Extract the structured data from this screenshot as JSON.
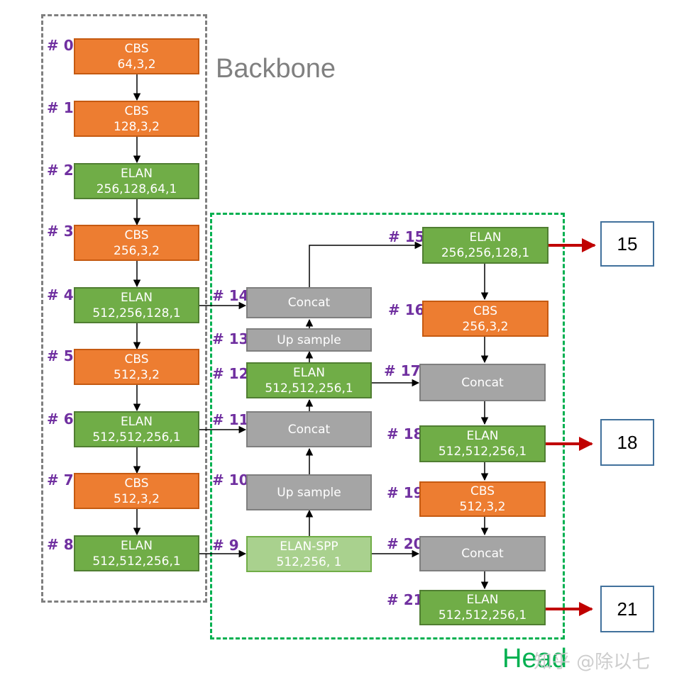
{
  "regions": {
    "backbone_label": "Backbone",
    "head_label": "Head"
  },
  "nodes": {
    "n0": {
      "index": "# 0",
      "title": "CBS",
      "params": "64,3,2"
    },
    "n1": {
      "index": "# 1",
      "title": "CBS",
      "params": "128,3,2"
    },
    "n2": {
      "index": "# 2",
      "title": "ELAN",
      "params": "256,128,64,1"
    },
    "n3": {
      "index": "# 3",
      "title": "CBS",
      "params": "256,3,2"
    },
    "n4": {
      "index": "# 4",
      "title": "ELAN",
      "params": "512,256,128,1"
    },
    "n5": {
      "index": "# 5",
      "title": "CBS",
      "params": "512,3,2"
    },
    "n6": {
      "index": "# 6",
      "title": "ELAN",
      "params": "512,512,256,1"
    },
    "n7": {
      "index": "# 7",
      "title": "CBS",
      "params": "512,3,2"
    },
    "n8": {
      "index": "# 8",
      "title": "ELAN",
      "params": "512,512,256,1"
    },
    "n9": {
      "index": "# 9",
      "title": "ELAN-SPP",
      "params": "512,256, 1"
    },
    "n10": {
      "index": "# 10",
      "title": "Up sample"
    },
    "n11": {
      "index": "# 11",
      "title": "Concat"
    },
    "n12": {
      "index": "# 12",
      "title": "ELAN",
      "params": "512,512,256,1"
    },
    "n13": {
      "index": "# 13",
      "title": "Up sample"
    },
    "n14": {
      "index": "# 14",
      "title": "Concat"
    },
    "n15": {
      "index": "# 15",
      "title": "ELAN",
      "params": "256,256,128,1"
    },
    "n16": {
      "index": "# 16",
      "title": "CBS",
      "params": "256,3,2"
    },
    "n17": {
      "index": "# 17",
      "title": "Concat"
    },
    "n18": {
      "index": "# 18",
      "title": "ELAN",
      "params": "512,512,256,1"
    },
    "n19": {
      "index": "# 19",
      "title": "CBS",
      "params": "512,3,2"
    },
    "n20": {
      "index": "# 20",
      "title": "Concat"
    },
    "n21": {
      "index": "# 21",
      "title": "ELAN",
      "params": "512,512,256,1"
    }
  },
  "outputs": [
    "15",
    "18",
    "21"
  ],
  "watermark": "知乎 @除以七",
  "colors": {
    "cbs": "#ED7D31",
    "elan": "#70AD47",
    "elan_spp": "#A9D18E",
    "concat_upsample": "#A5A5A5",
    "index_text": "#7030A0",
    "backbone_border": "#7F7F7F",
    "head_border": "#00B050",
    "output_arrow": "#C00000",
    "output_box_border": "#41719C"
  }
}
